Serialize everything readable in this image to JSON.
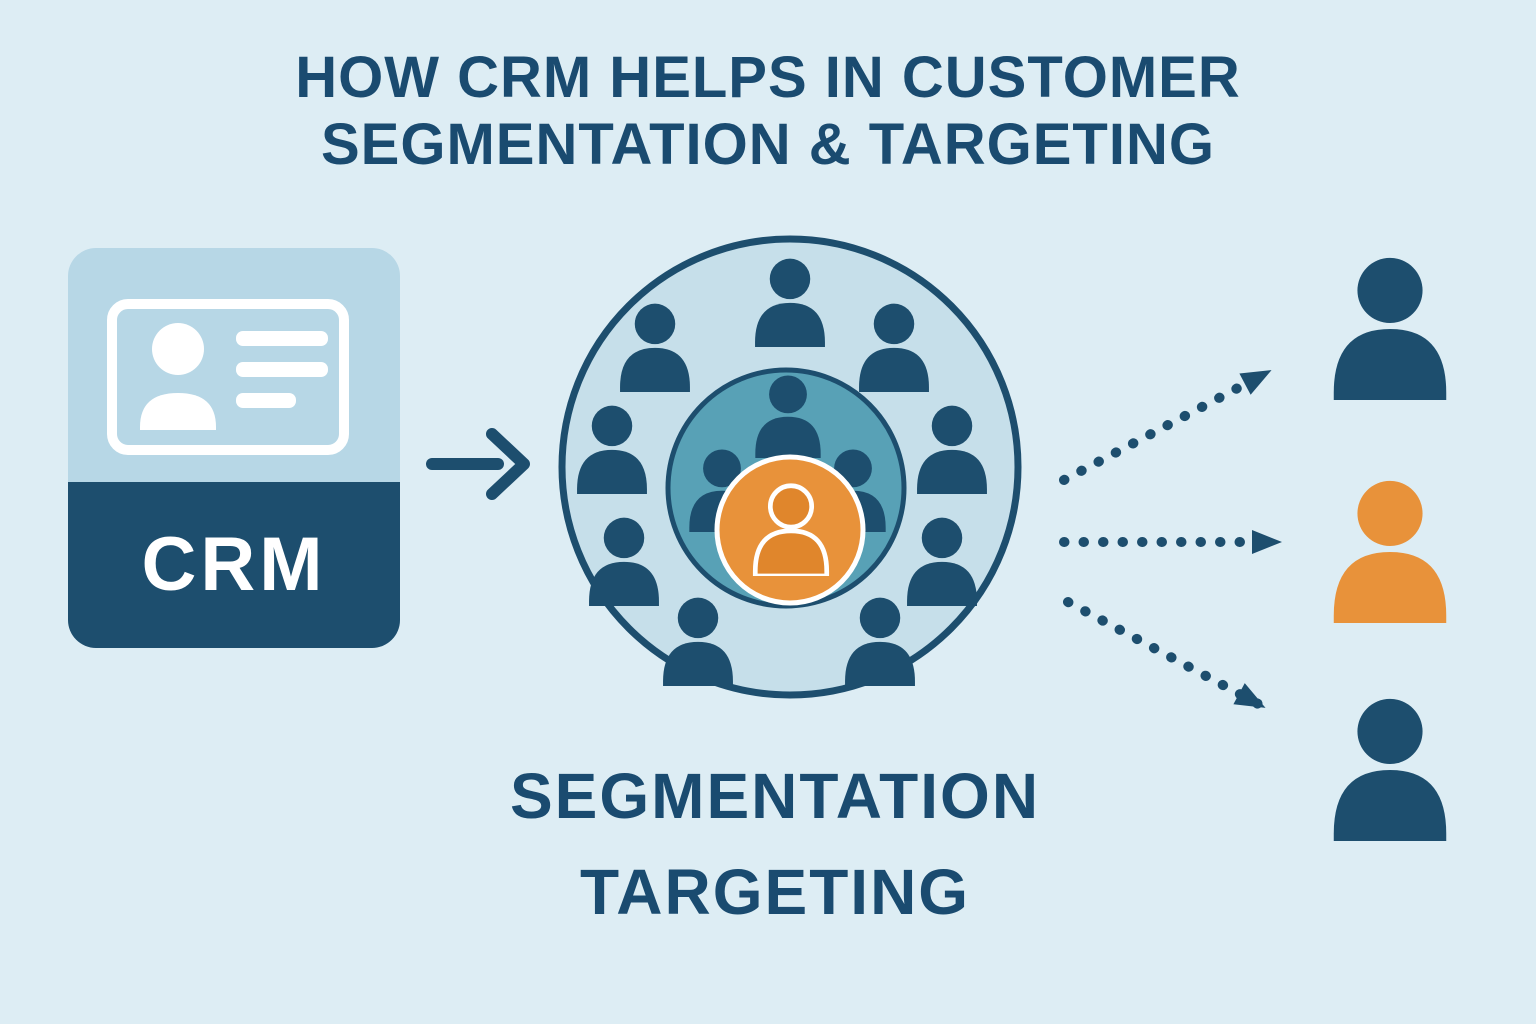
{
  "title": {
    "line1": "HOW CRM HELPS IN CUSTOMER",
    "line2": "SEGMENTATION & TARGETING"
  },
  "crm_card": {
    "label": "CRM",
    "icon": "id-card-icon"
  },
  "flow": {
    "arrow_icon": "arrow-right-icon",
    "dotted_arrow_icon": "dotted-arrow-icon",
    "dotted_arrow_count": 3
  },
  "segmentation_diagram": {
    "outer_person_count": 9,
    "inner_person_count": 3,
    "target_person_count": 1,
    "person_icon": "person-icon"
  },
  "labels": {
    "segmentation": "SEGMENTATION",
    "targeting": "TARGETING"
  },
  "right_column": {
    "personas": [
      {
        "icon": "person-icon",
        "color": "#1d4e6e"
      },
      {
        "icon": "person-icon",
        "color": "#e8923a"
      },
      {
        "icon": "person-icon",
        "color": "#1d4e6e"
      }
    ]
  },
  "colors": {
    "background": "#ddedf4",
    "dark_blue": "#1d4e6e",
    "title_blue": "#1a4b70",
    "card_top_blue": "#b7d7e6",
    "outer_circle_fill": "#c6dfea",
    "inner_circle_teal": "#58a1b6",
    "orange": "#e8923a",
    "white": "#ffffff"
  }
}
